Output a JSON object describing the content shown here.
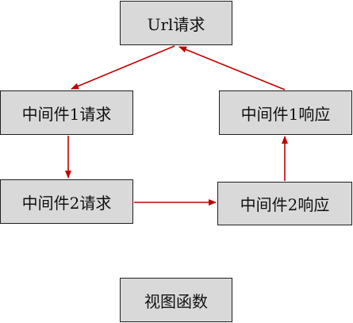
{
  "nodes": {
    "url_request": "Url请求",
    "mw1_request": "中间件1请求",
    "mw1_response": "中间件1响应",
    "mw2_request": "中间件2请求",
    "mw2_response": "中间件2响应",
    "view_function": "视图函数"
  },
  "colors": {
    "box_fill": "#d9d9d9",
    "box_border": "#1f1f1f",
    "arrow": "#c00000"
  }
}
